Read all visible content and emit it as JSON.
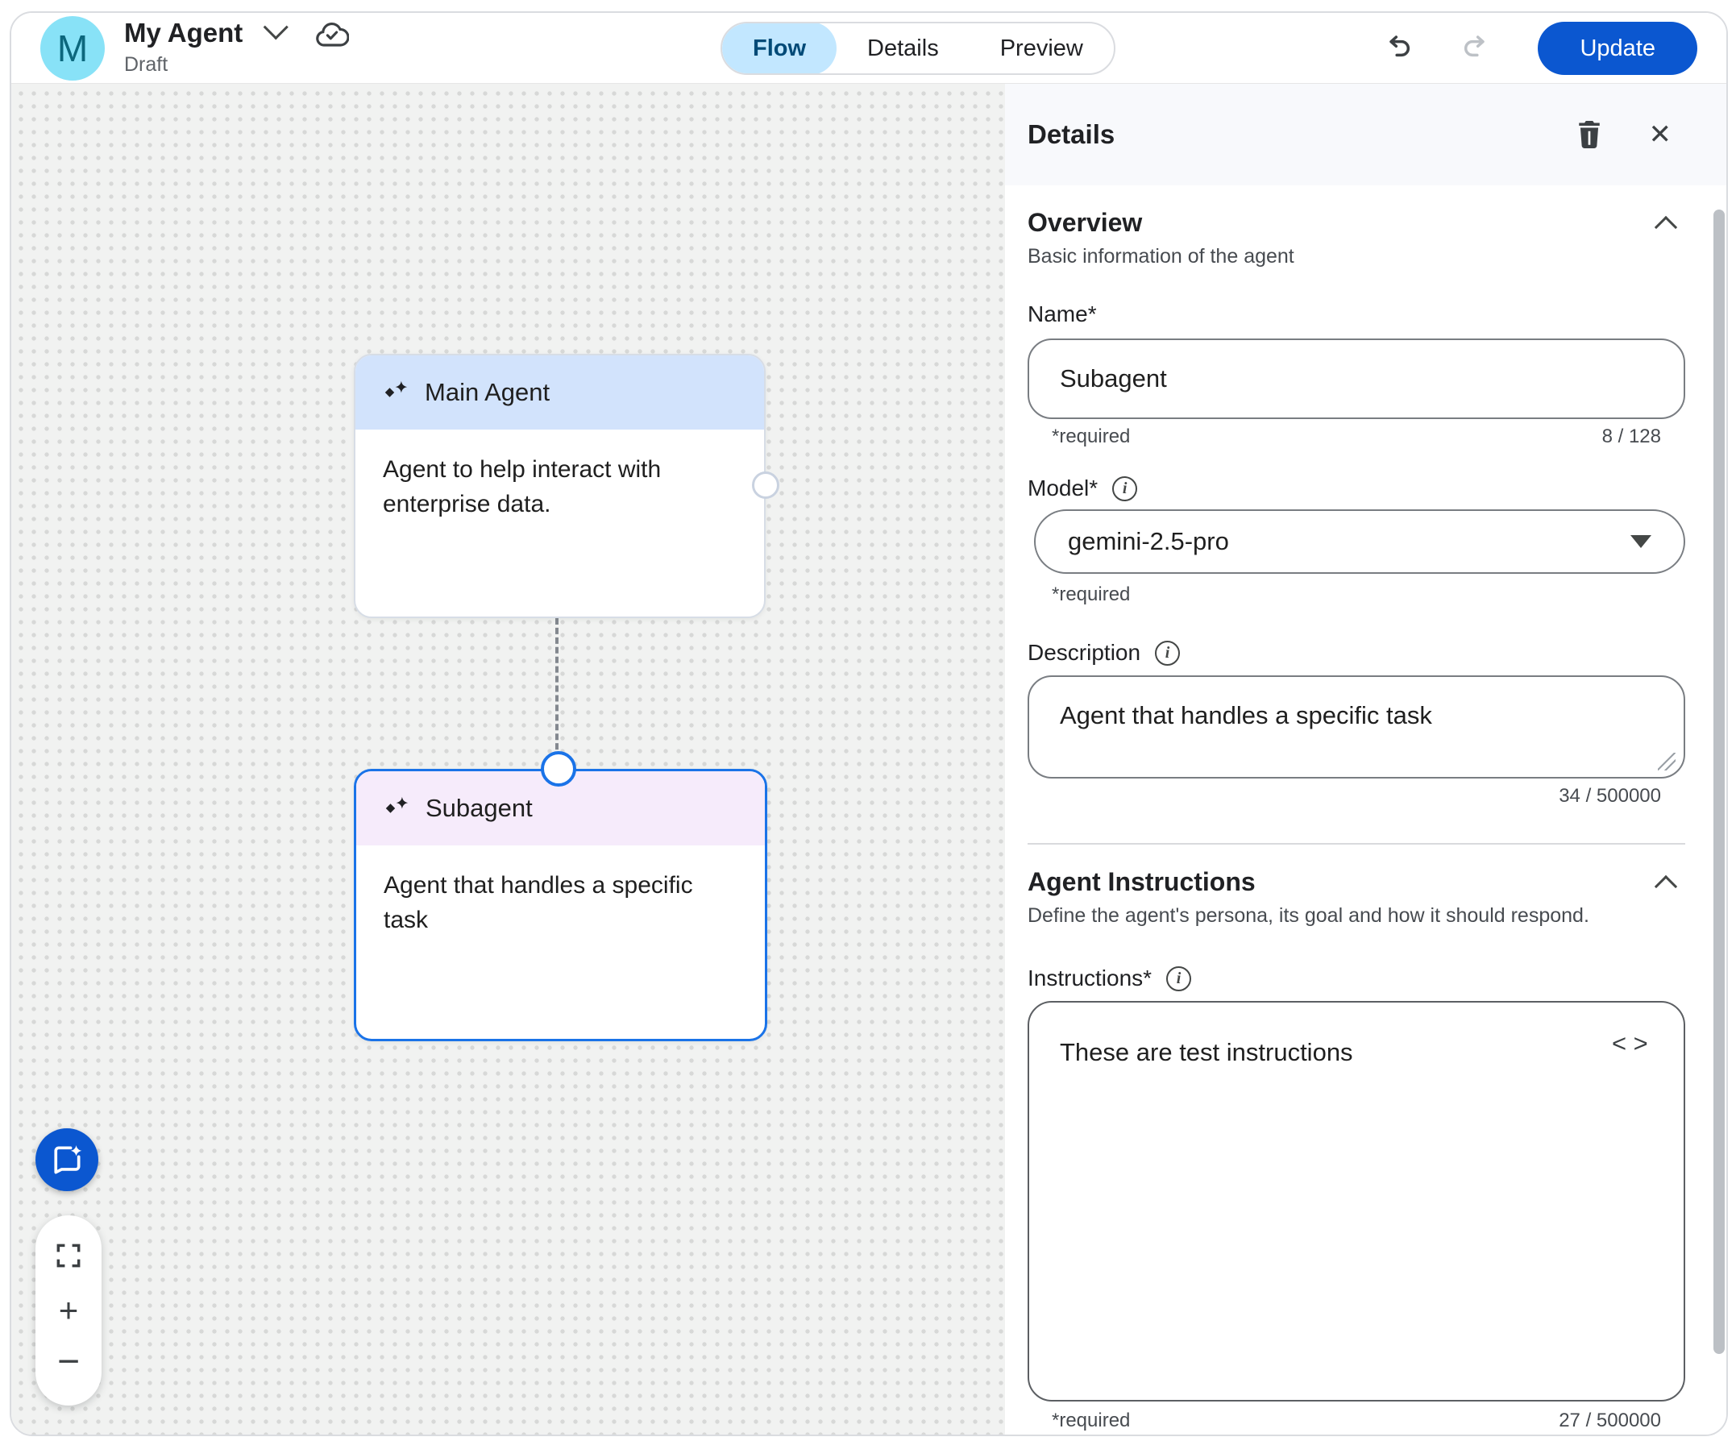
{
  "header": {
    "avatar_letter": "M",
    "agent_title": "My Agent",
    "status": "Draft",
    "tabs": [
      {
        "label": "Flow"
      },
      {
        "label": "Details"
      },
      {
        "label": "Preview"
      }
    ],
    "update_label": "Update"
  },
  "canvas": {
    "nodes": [
      {
        "title": "Main Agent",
        "description": "Agent to help interact with enterprise data."
      },
      {
        "title": "Subagent",
        "description": "Agent that handles a specific task"
      }
    ]
  },
  "panel": {
    "title": "Details",
    "overview": {
      "heading": "Overview",
      "subheading": "Basic information of the agent",
      "name_label": "Name*",
      "name_value": "Subagent",
      "name_required": "*required",
      "name_counter": "8 / 128",
      "model_label": "Model*",
      "model_value": "gemini-2.5-pro",
      "model_required": "*required",
      "description_label": "Description",
      "description_value": "Agent that handles a specific task",
      "description_counter": "34 / 500000"
    },
    "instructions": {
      "heading": "Agent Instructions",
      "subheading": "Define the agent's persona, its goal and how it should respond.",
      "label": "Instructions*",
      "value": "These are test instructions",
      "code_icon": "<>",
      "required": "*required",
      "counter": "27 / 500000"
    }
  },
  "colors": {
    "primary_blue": "#0b57d0",
    "tab_selected_bg": "#c2e7ff",
    "tab_selected_text": "#004a77",
    "node_header_blue": "#d2e3fc",
    "node_header_purple": "#f6ebfb",
    "selected_node_border": "#1a73e8",
    "avatar_bg": "#88e2f7",
    "avatar_text": "#0c677d",
    "canvas_bg": "#f1f2f1"
  }
}
